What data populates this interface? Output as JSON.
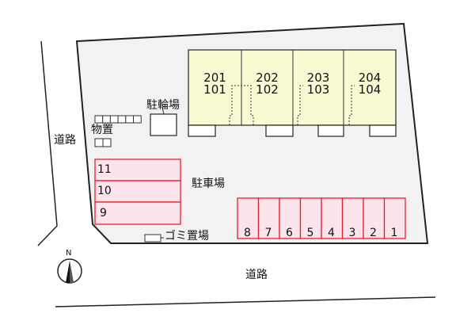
{
  "labels": {
    "road_left": "道路",
    "road_bottom": "道路",
    "bicycle_parking": "駐輪場",
    "storage": "物置",
    "parking": "駐車場",
    "garbage": "ゴミ置場",
    "north": "N"
  },
  "units": [
    {
      "upper": "201",
      "lower": "101"
    },
    {
      "upper": "202",
      "lower": "102"
    },
    {
      "upper": "203",
      "lower": "103"
    },
    {
      "upper": "204",
      "lower": "104"
    }
  ],
  "parking_left": [
    "11",
    "10",
    "9"
  ],
  "parking_bottom": [
    "8",
    "7",
    "6",
    "5",
    "4",
    "3",
    "2",
    "1"
  ],
  "colors": {
    "lot": "#f2f2f2",
    "building": "#fafad2",
    "parking_fill": "#fde4ec",
    "parking_stroke": "#e8202a"
  }
}
